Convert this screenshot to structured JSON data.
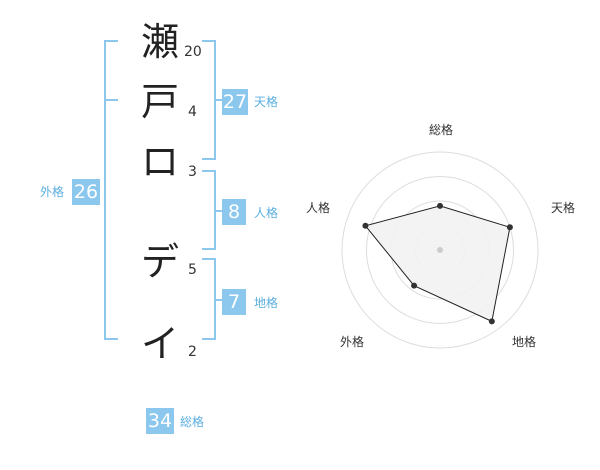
{
  "name_chars": [
    {
      "char": "瀬",
      "strokes": "20"
    },
    {
      "char": "戸",
      "strokes": "4"
    },
    {
      "char": "ロ",
      "strokes": "3"
    },
    {
      "char": "デ",
      "strokes": "5"
    },
    {
      "char": "イ",
      "strokes": "2"
    }
  ],
  "fortunes": {
    "tenkaku": {
      "value": "27",
      "label": "天格"
    },
    "jinkaku": {
      "value": "8",
      "label": "人格"
    },
    "chikaku": {
      "value": "7",
      "label": "地格"
    },
    "gaikaku": {
      "value": "26",
      "label": "外格"
    },
    "soukaku": {
      "value": "34",
      "label": "総格"
    }
  },
  "colors": {
    "accent": "#8cc8ee",
    "accent_text": "#5aaee0",
    "radar_fill": "#f2f2f2",
    "ring": "#dddddd"
  },
  "chart_data": {
    "type": "radar",
    "axes": [
      "総格",
      "天格",
      "地格",
      "外格",
      "人格"
    ],
    "values": [
      0.45,
      0.75,
      0.9,
      0.45,
      0.8
    ],
    "range": [
      0,
      1
    ],
    "rings": 4
  }
}
